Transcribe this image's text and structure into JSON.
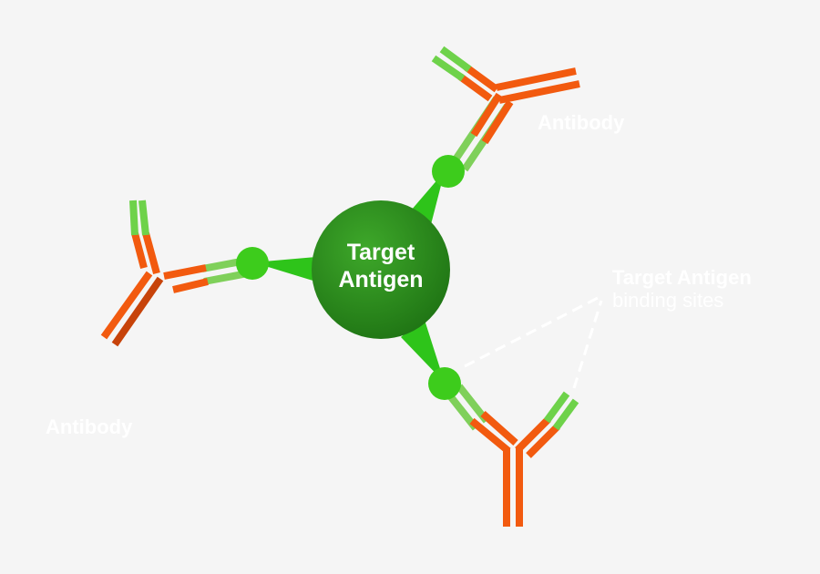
{
  "antigen": {
    "line1": "Target",
    "line2": "Antigen"
  },
  "labels": {
    "antibody_top": "Antibody",
    "antibody_left": "Antibody",
    "binding_line1": "Target Antigen",
    "binding_line2": "binding sites"
  },
  "colors": {
    "background": "#f5f5f5",
    "antigen_dark": "#2a8a1c",
    "antigen_light": "#3ea82a",
    "node_green": "#3dcc1c",
    "spike_green": "#2ec41a",
    "antibody_orange": "#f25a0f",
    "antibody_orange_dark": "#c7430a",
    "tip_green": "#6ed24a",
    "label_white": "#ffffff"
  },
  "icons": [
    "antibody-icon",
    "antigen-icon",
    "binding-site-icon"
  ]
}
